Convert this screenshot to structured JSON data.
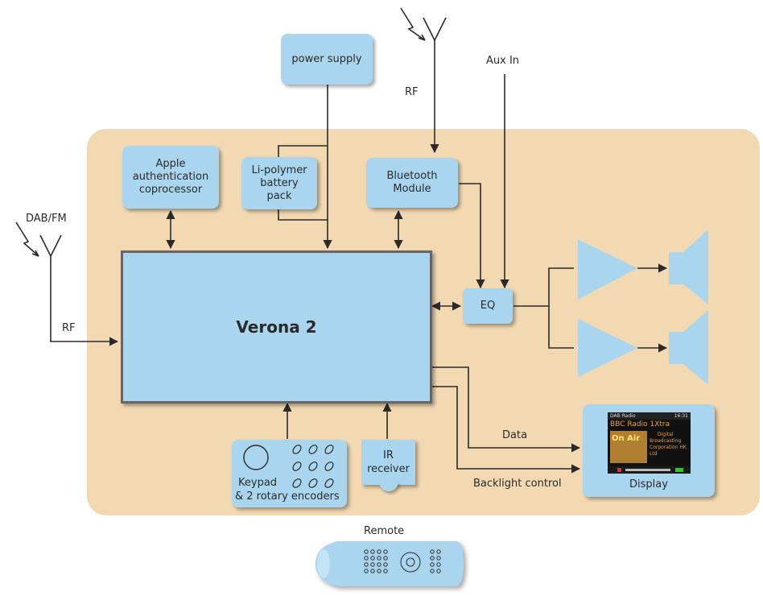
{
  "blocks": {
    "power_supply": "power supply",
    "apple_line1": "Apple",
    "apple_line2": "authentication",
    "apple_line3": "coprocessor",
    "battery_line1": "Li-polymer",
    "battery_line2": "battery",
    "battery_line3": "pack",
    "bt_line1": "Bluetooth",
    "bt_line2": "Module",
    "verona": "Verona 2",
    "eq": "EQ",
    "keypad_line1": "Keypad",
    "keypad_line2": "& 2 rotary encoders",
    "ir_line1": "IR",
    "ir_line2": "receiver",
    "display": "Display"
  },
  "labels": {
    "rf_top": "RF",
    "aux_in": "Aux In",
    "dab_fm": "DAB/FM",
    "rf_left": "RF",
    "data": "Data",
    "backlight": "Backlight control",
    "remote": "Remote"
  },
  "screen": {
    "header_left": "DAB Radio",
    "header_right": "16:31",
    "station": "BBC Radio 1Xtra",
    "on_air": "On Air",
    "dls_line1": "Digital",
    "dls_line2": "Broadcasting",
    "dls_line3": "Corporation HK",
    "dls_line4": "Ltd"
  },
  "colors": {
    "board": "#f2d9b2",
    "block": "#a9d6ee",
    "line": "#2a2a2a",
    "verona_border": "#666666"
  }
}
